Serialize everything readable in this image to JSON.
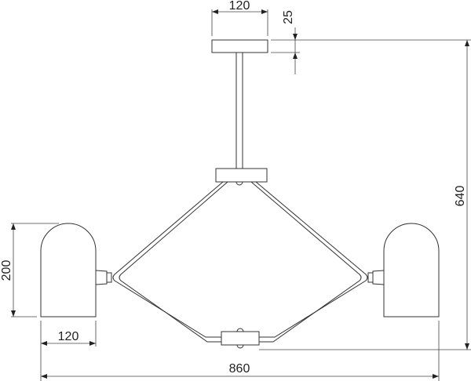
{
  "drawing": {
    "dimensions": {
      "canopy_width": "120",
      "canopy_height": "25",
      "total_height": "640",
      "shade_height": "200",
      "shade_width": "120",
      "total_width": "860"
    },
    "line_color": "#333333"
  }
}
